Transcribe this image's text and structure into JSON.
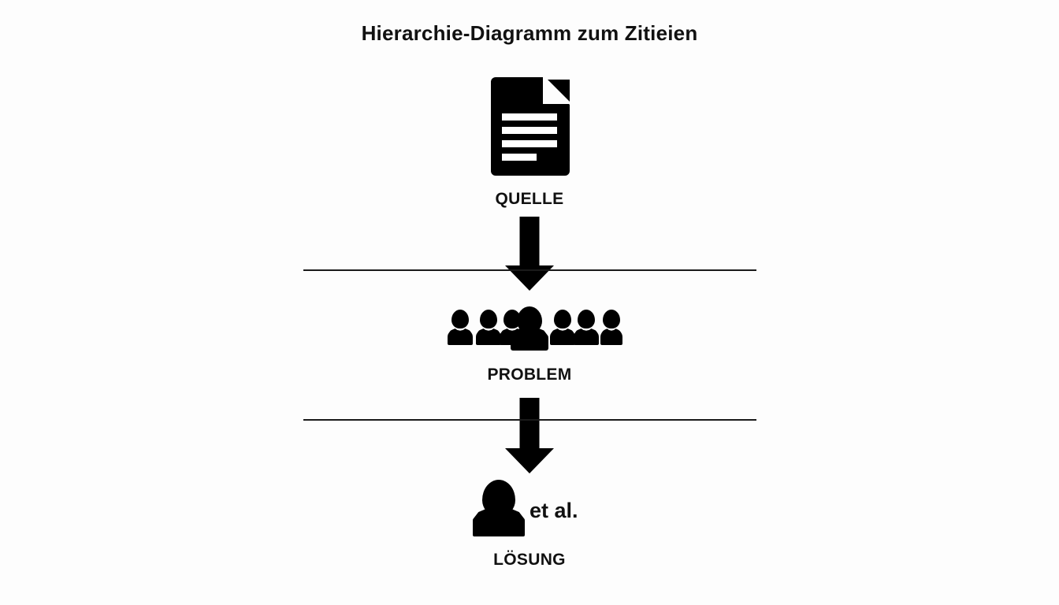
{
  "page": {
    "title": "Hierarchie-Diagramm zum Zitieien",
    "background_color": "#fdfdfd",
    "ink_color": "#000000"
  },
  "diagram": {
    "type": "hierarchy-flow",
    "orientation": "vertical-top-down",
    "levels": [
      {
        "id": "quelle",
        "label": "QUELLE",
        "icon": "document-icon",
        "icon_description": "document page with folded top-right corner and four text lines"
      },
      {
        "id": "problem",
        "label": "PROBLEM",
        "icon": "people-group-icon",
        "icon_description": "group of seven person silhouettes with a larger central figure"
      },
      {
        "id": "loesung",
        "label": "LÖSUNG",
        "icon": "single-person-icon",
        "icon_description": "single person silhouette",
        "annotation": "et al."
      }
    ],
    "connectors": [
      {
        "id": "arrow-quelle-problem",
        "from": "quelle",
        "to": "problem",
        "glyph": "down-arrow"
      },
      {
        "id": "arrow-problem-loesung",
        "from": "problem",
        "to": "loesung",
        "glyph": "down-arrow"
      }
    ],
    "dividers": [
      {
        "id": "divider-1",
        "between": [
          "quelle",
          "problem"
        ]
      },
      {
        "id": "divider-2",
        "between": [
          "problem",
          "loesung"
        ]
      }
    ]
  }
}
